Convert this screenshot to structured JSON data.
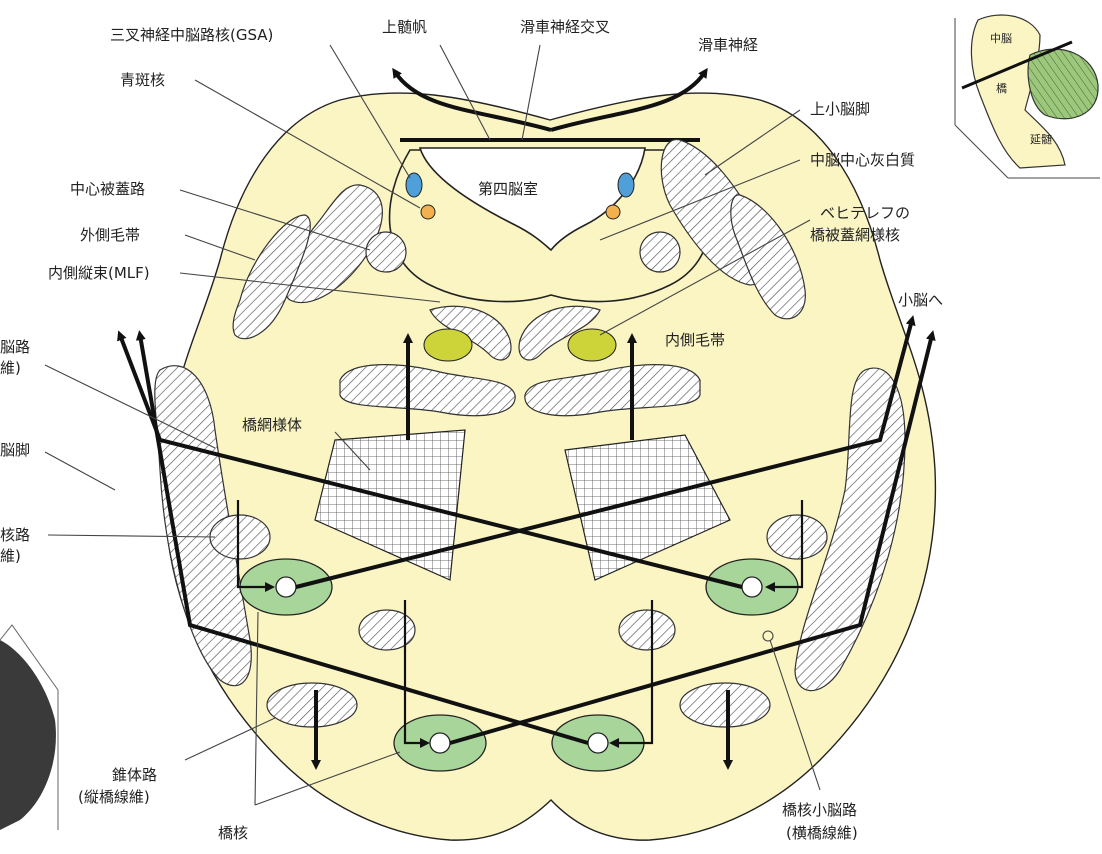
{
  "labels": {
    "trigeminal_mesencephalic": "三叉神経中脳路核(GSA)",
    "superior_medullary_velum": "上髄帆",
    "trochlear_decussation": "滑車神経交叉",
    "trochlear_nerve": "滑車神経",
    "locus_coeruleus": "青斑核",
    "superior_cerebellar_peduncle": "上小脳脚",
    "periaqueductal_gray": "中脳中心灰白質",
    "central_tegmental_tract": "中心被蓋路",
    "fourth_ventricle": "第四脳室",
    "lateral_lemniscus": "外側毛帯",
    "bechterew_line1": "ベヒテレフの",
    "bechterew_line2": "橋被蓋網様核",
    "mlf": "内側縦束(MLF)",
    "to_cerebellum": "小脳へ",
    "left_cut1_line1": "脳路",
    "left_cut1_line2": "維)",
    "medial_lemniscus": "内側毛帯",
    "pontine_reticular_formation": "橋網様体",
    "left_cut2": "脳脚",
    "left_cut3_line1": "核路",
    "left_cut3_line2": "維)",
    "pyramidal_tract_line1": "錐体路",
    "pyramidal_tract_line2": "(縦橋線維)",
    "pontine_nuclei": "橋核",
    "pontocerebellar_line1": "橋核小脳路",
    "pontocerebellar_line2": "(横橋線維)"
  },
  "inset": {
    "midbrain": "中脳",
    "pons": "橋",
    "medulla": "延髄"
  },
  "colors": {
    "background_pons": "#fbf5c4",
    "pontine_nucleus_green": "#a8d59a",
    "locus_blue": "#4f9fd9",
    "trigeminal_orange": "#f3b04f",
    "reticular_tegmental_yellow": "#cdd43a",
    "inset_cerebellum": "#9dc77d"
  }
}
